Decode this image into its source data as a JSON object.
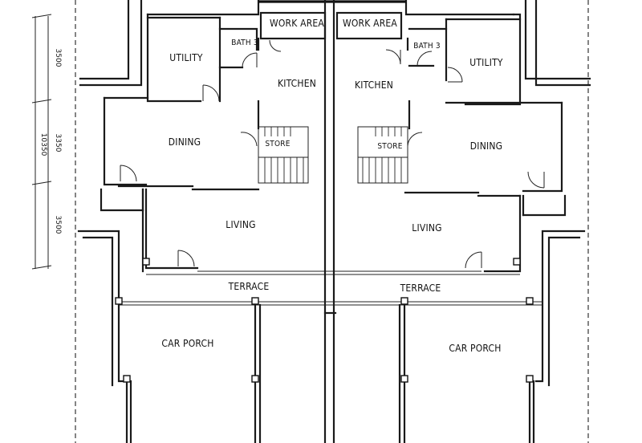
{
  "rooms": {
    "work_area": "WORK AREA",
    "bath": "BATH 3",
    "utility": "UTILITY",
    "kitchen": "KITCHEN",
    "dining": "DINING",
    "store": "STORE",
    "living": "LIVING",
    "terrace": "TERRACE",
    "car_porch": "CAR PORCH"
  },
  "dimensions": {
    "segment_top": "3500",
    "segment_middle": "3350",
    "segment_bottom": "3500",
    "overall": "10350"
  }
}
